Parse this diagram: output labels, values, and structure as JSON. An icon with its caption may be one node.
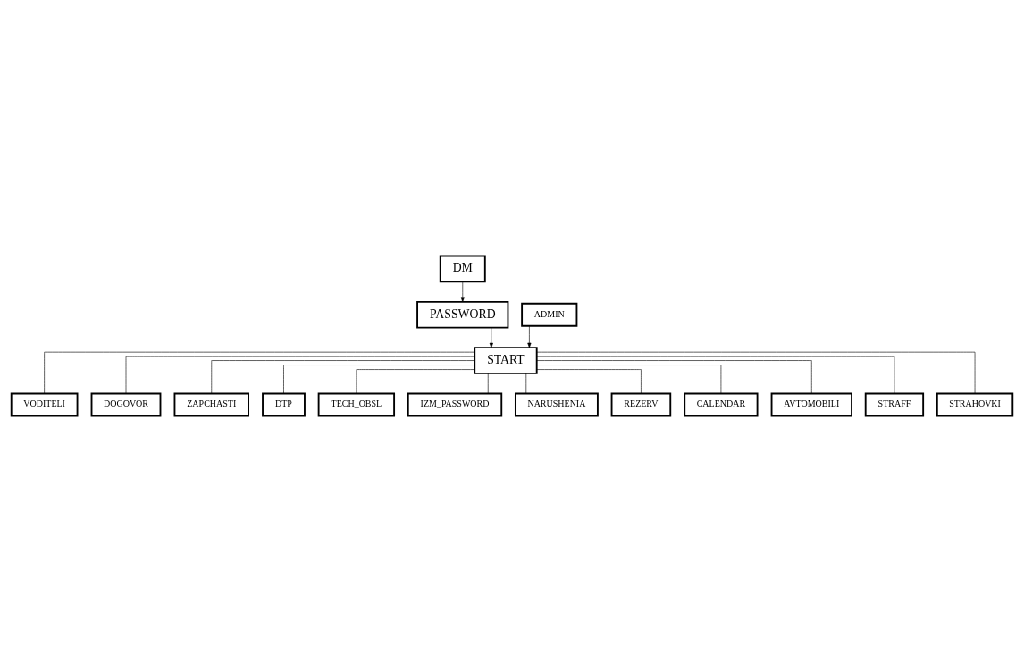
{
  "diagram": {
    "nodes": [
      {
        "text": [
          "DM"
        ]
      },
      {
        "text": [
          "PASSWORD"
        ]
      },
      {
        "text": [
          "START"
        ]
      },
      {
        "text": [
          "VODITELI"
        ]
      },
      {
        "text": [
          "DOGOVOR"
        ]
      },
      {
        "text": [
          "ZAPCHASTI"
        ]
      },
      {
        "text": [
          "DTP"
        ]
      },
      {
        "text": [
          "TECH_OBSL"
        ]
      },
      {
        "text": [
          "IZM_PASSWORD"
        ]
      },
      {
        "text": [
          "NARUSHENIA"
        ]
      },
      {
        "text": [
          "ADMIN"
        ]
      },
      {
        "text": [
          "REZERV"
        ]
      },
      {
        "text": [
          "CALENDAR"
        ]
      },
      {
        "text": [
          "AVTOMOBILI"
        ]
      },
      {
        "text": [
          "STRAFF"
        ]
      },
      {
        "text": [
          "STRAHOVKI"
        ]
      }
    ],
    "edges": [
      {
        "from": 0,
        "to": 1,
        "arrow": "to"
      },
      {
        "from": 1,
        "to": 2,
        "arrow": "to"
      },
      {
        "from": 2,
        "to": 3,
        "arrow": "none"
      },
      {
        "from": 2,
        "to": 4,
        "arrow": "none"
      },
      {
        "from": 2,
        "to": 13,
        "arrow": "none"
      },
      {
        "from": 2,
        "to": 5,
        "arrow": "none"
      },
      {
        "from": 2,
        "to": 6,
        "arrow": "none"
      },
      {
        "from": 2,
        "to": 7,
        "arrow": "none"
      },
      {
        "from": 2,
        "to": 8,
        "arrow": "none"
      },
      {
        "from": 10,
        "to": 2,
        "arrow": "to"
      },
      {
        "from": 2,
        "to": 11,
        "arrow": "none"
      },
      {
        "from": 2,
        "to": 14,
        "arrow": "none"
      },
      {
        "from": 2,
        "to": 9,
        "arrow": "none"
      },
      {
        "from": 2,
        "to": 12,
        "arrow": "none"
      },
      {
        "from": 2,
        "to": 15,
        "arrow": "none"
      }
    ]
  }
}
